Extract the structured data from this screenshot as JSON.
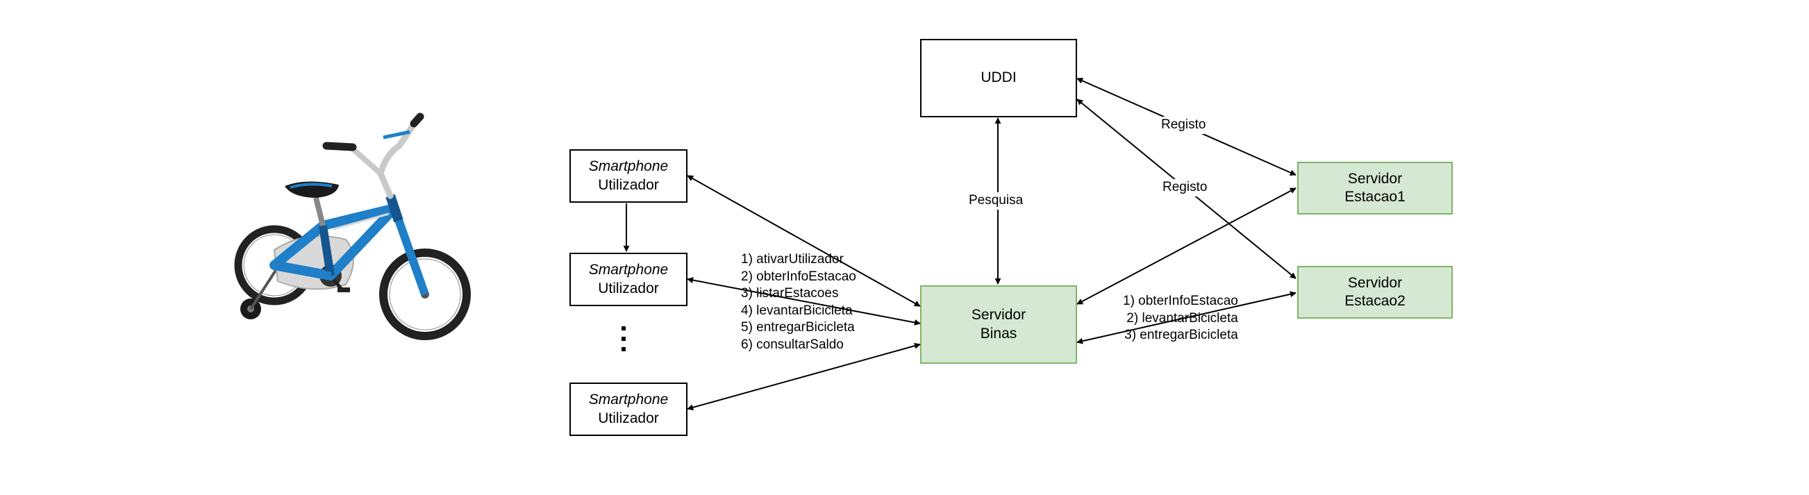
{
  "nodes": {
    "uddi": {
      "label": "UDDI"
    },
    "smartphone_1": {
      "line1": "Smartphone",
      "line2": "Utilizador"
    },
    "smartphone_2": {
      "line1": "Smartphone",
      "line2": "Utilizador"
    },
    "smartphone_3": {
      "line1": "Smartphone",
      "line2": "Utilizador"
    },
    "servidor_binas": {
      "line1": "Servidor",
      "line2": "Binas"
    },
    "servidor_estacao1": {
      "line1": "Servidor",
      "line2": "Estacao1"
    },
    "servidor_estacao2": {
      "line1": "Servidor",
      "line2": "Estacao2"
    }
  },
  "edge_labels": {
    "registo_1": "Registo",
    "registo_2": "Registo",
    "pesquisa": "Pesquisa",
    "client_operations": [
      "1) ativarUtilizador",
      "2) obterInfoEstacao",
      "3) listarEstacoes",
      "4) levantarBicicleta",
      "5) entregarBicicleta",
      "6) consultarSaldo"
    ],
    "station_operations": [
      "1) obterInfoEstacao",
      "2) levantarBicicleta",
      "3) entregarBicicleta"
    ]
  },
  "illustration": {
    "subject": "bicycle",
    "colors": {
      "frame": "#1f7fc8",
      "frame_dark": "#14568f",
      "tire": "#222222",
      "fork_silver": "#c9c9c9",
      "guard": "#d9d9d9"
    }
  },
  "colors": {
    "server_fill": "#d5e8d4",
    "server_border": "#82b366",
    "box_fill": "#ffffff",
    "stroke": "#000000"
  }
}
